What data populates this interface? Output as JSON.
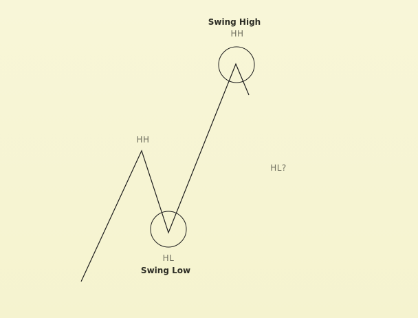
{
  "labels": {
    "top_title": "Swing High",
    "top_pivot": "HH",
    "left_peak": "HH",
    "bottom_pivot": "HL",
    "bottom_title": "Swing Low",
    "question": "HL?"
  },
  "colors": {
    "background": "#f7f5d5",
    "line": "#1c1c1c",
    "pivot_text": "#6e6e5e",
    "title_text": "#2d2d25"
  }
}
